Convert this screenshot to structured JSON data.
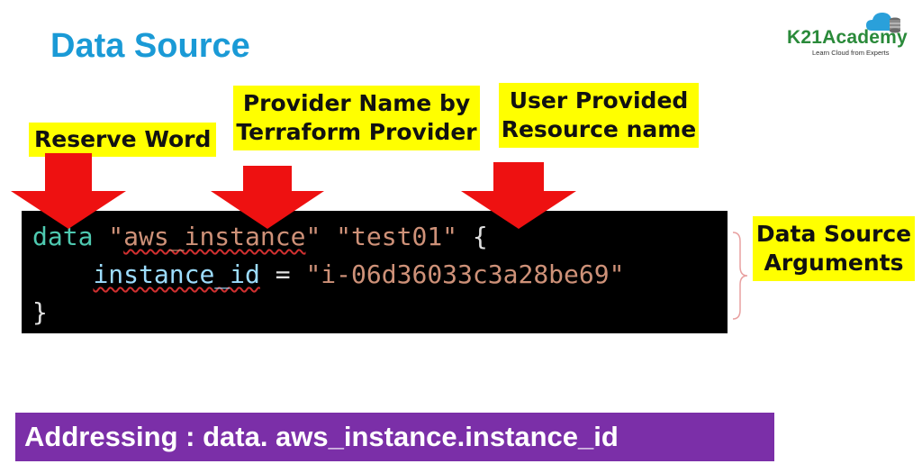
{
  "slide": {
    "title": "Data Source"
  },
  "logo": {
    "name": "K21Academy",
    "tagline": "Learn Cloud from Experts"
  },
  "labels": {
    "reserve_word": "Reserve Word",
    "provider_line1": "Provider Name by",
    "provider_line2": "Terraform Provider",
    "user_line1": "User Provided",
    "user_line2": "Resource name",
    "args_line1": "Data Source",
    "args_line2": "Arguments"
  },
  "code": {
    "keyword": "data",
    "q1": "\"",
    "resource_type": "aws_instance",
    "q2": "\"",
    "resource_name": "\"test01\"",
    "open_brace": "{",
    "indent": "    ",
    "arg_name": "instance_id",
    "equals": " = ",
    "arg_value": "\"i-06d36033c3a28be69\"",
    "close_brace": "}"
  },
  "addressing": {
    "text": "Addressing : data. aws_instance.instance_id"
  },
  "colors": {
    "title": "#1a9ad6",
    "highlight": "#ffff00",
    "arrow": "#ee1111",
    "code_bg": "#000000",
    "keyword": "#4ec9b0",
    "string": "#ce9178",
    "property": "#9cdcfe",
    "addressing_bg": "#7b2fa8"
  }
}
